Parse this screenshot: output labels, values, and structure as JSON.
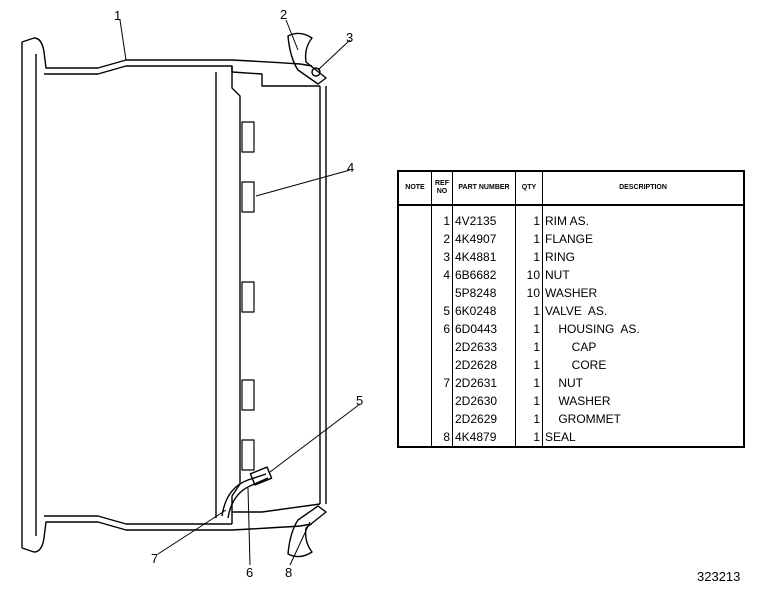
{
  "callouts": [
    "1",
    "2",
    "3",
    "4",
    "5",
    "6",
    "7",
    "8"
  ],
  "table": {
    "headers": {
      "note": "NOTE",
      "ref": "REF NO",
      "part": "PART NUMBER",
      "qty": "QTY",
      "desc": "DESCRIPTION"
    },
    "rows": [
      {
        "note": "",
        "ref": "1",
        "part": "4V2135",
        "qty": "1",
        "desc": "RIM AS."
      },
      {
        "note": "",
        "ref": "2",
        "part": "4K4907",
        "qty": "1",
        "desc": "FLANGE"
      },
      {
        "note": "",
        "ref": "3",
        "part": "4K4881",
        "qty": "1",
        "desc": "RING"
      },
      {
        "note": "",
        "ref": "4",
        "part": "6B6682",
        "qty": "10",
        "desc": "NUT"
      },
      {
        "note": "",
        "ref": "",
        "part": "5P8248",
        "qty": "10",
        "desc": "WASHER"
      },
      {
        "note": "",
        "ref": "5",
        "part": "6K0248",
        "qty": "1",
        "desc": "VALVE  AS."
      },
      {
        "note": "",
        "ref": "6",
        "part": "6D0443",
        "qty": "1",
        "desc": "    HOUSING  AS."
      },
      {
        "note": "",
        "ref": "",
        "part": "2D2633",
        "qty": "1",
        "desc": "        CAP"
      },
      {
        "note": "",
        "ref": "",
        "part": "2D2628",
        "qty": "1",
        "desc": "        CORE"
      },
      {
        "note": "",
        "ref": "7",
        "part": "2D2631",
        "qty": "1",
        "desc": "    NUT"
      },
      {
        "note": "",
        "ref": "",
        "part": "2D2630",
        "qty": "1",
        "desc": "    WASHER"
      },
      {
        "note": "",
        "ref": "",
        "part": "2D2629",
        "qty": "1",
        "desc": "    GROMMET"
      },
      {
        "note": "",
        "ref": "8",
        "part": "4K4879",
        "qty": "1",
        "desc": "SEAL"
      }
    ]
  },
  "figure_id": "323213"
}
